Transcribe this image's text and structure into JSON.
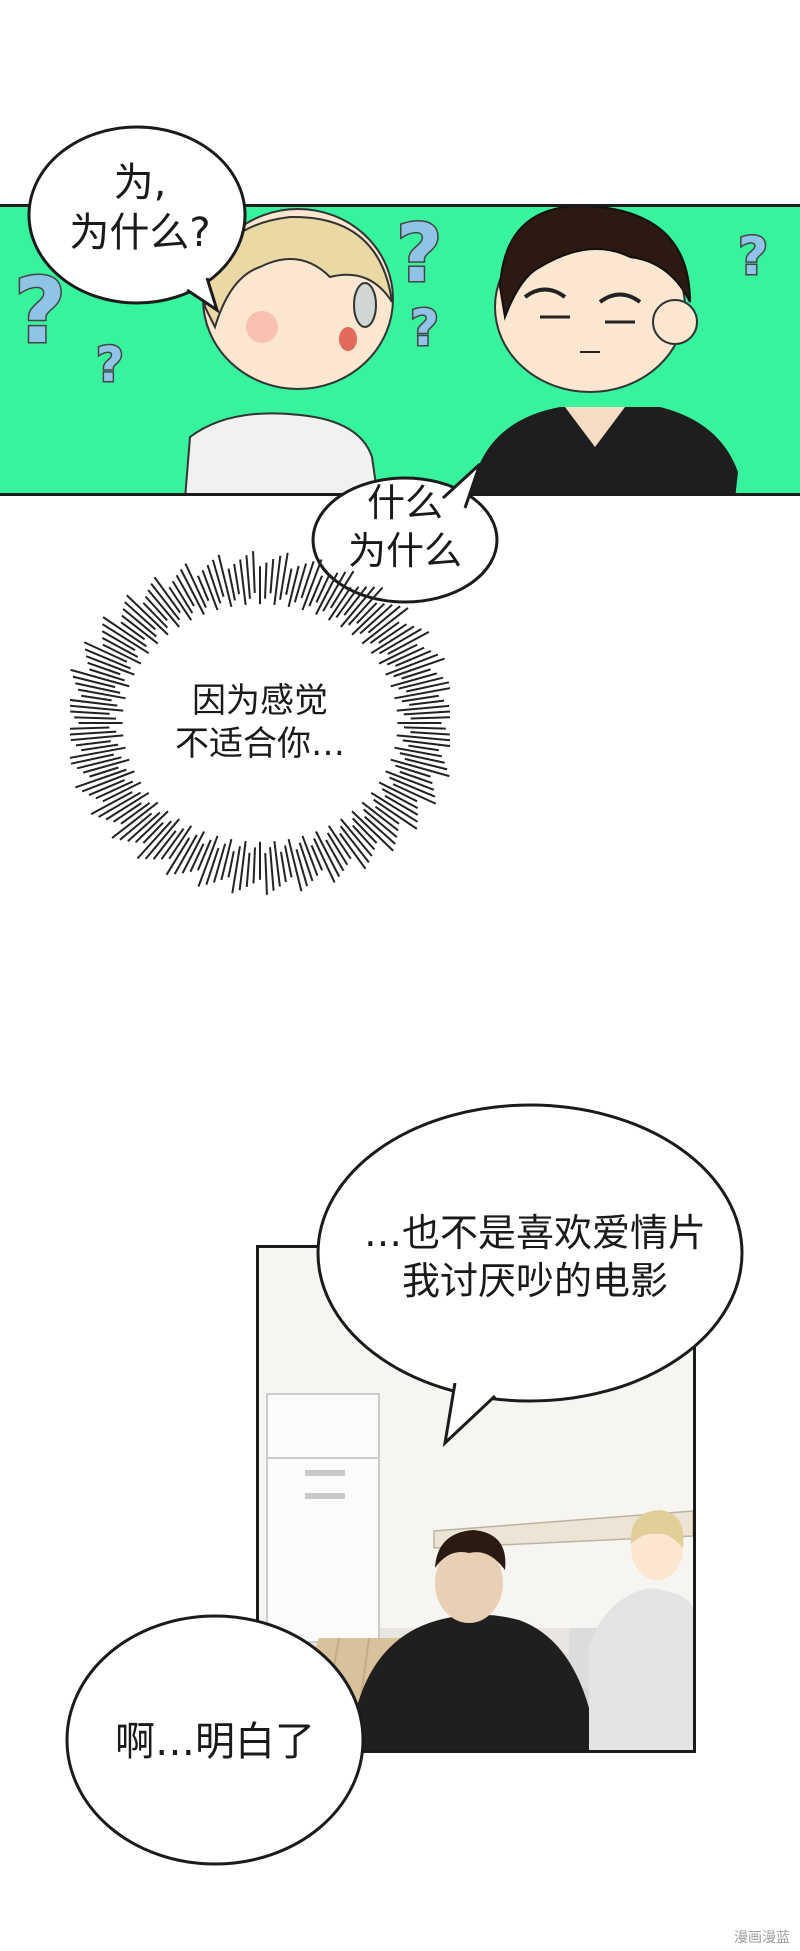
{
  "panel1": {
    "speech_1": {
      "line1": "为,",
      "line2": "为什么?"
    },
    "speech_2": {
      "line1": "什么",
      "line2": "为什么"
    },
    "question_mark": "?"
  },
  "burst": {
    "line1": "因为感觉",
    "line2": "不适合你…"
  },
  "panel2": {
    "speech_3": {
      "line1": "…也不是喜欢爱情片",
      "line2": "我讨厌吵的电影"
    },
    "speech_4": {
      "text": "啊…明白了"
    }
  },
  "watermark": "漫画漫蓝",
  "colors": {
    "panel_bg": "#37f39e",
    "question": "#8fc4e6",
    "ink": "#1a1a1a"
  }
}
